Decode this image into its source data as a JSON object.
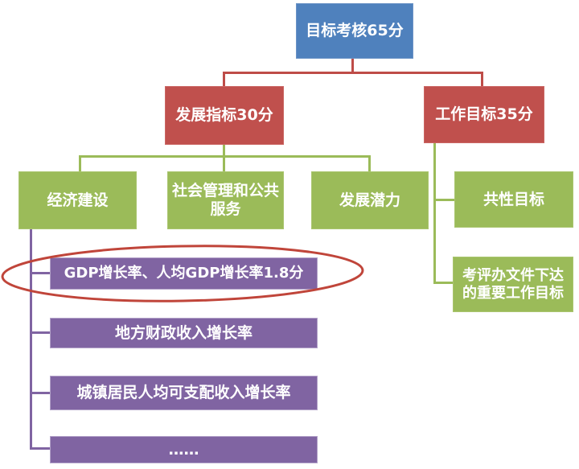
{
  "colors": {
    "root_fill": "#4F81BD",
    "level2_fill": "#C0504D",
    "level3_fill": "#9BBB59",
    "indicator_fill": "#8064A2",
    "connector_red": "#BE4C48",
    "connector_green": "#9BBB59",
    "connector_purple": "#8064A2",
    "highlight_ellipse_stroke": "#C0453A",
    "text": "#FFFFFF",
    "background": "#FFFFFF"
  },
  "nodes": {
    "root": {
      "label": "目标考核65分"
    },
    "development": {
      "label": "发展指标30分"
    },
    "work": {
      "label": "工作目标35分"
    },
    "economy": {
      "label": "经济建设"
    },
    "social": {
      "label": "社会管理和公共服务"
    },
    "potential": {
      "label": "发展潜力"
    },
    "common": {
      "label": "共性目标"
    },
    "docs": {
      "label": "考评办文件下达的重要工作目标"
    },
    "gdp": {
      "label": "GDP增长率、人均GDP增长率1.8分"
    },
    "fiscal": {
      "label": "地方财政收入增长率"
    },
    "income": {
      "label": "城镇居民人均可支配收入增长率"
    },
    "more": {
      "label": "……"
    }
  },
  "annotation": {
    "shape": "ellipse",
    "highlighted_label": "GDP增长率、人均GDP增长率1.8分"
  }
}
